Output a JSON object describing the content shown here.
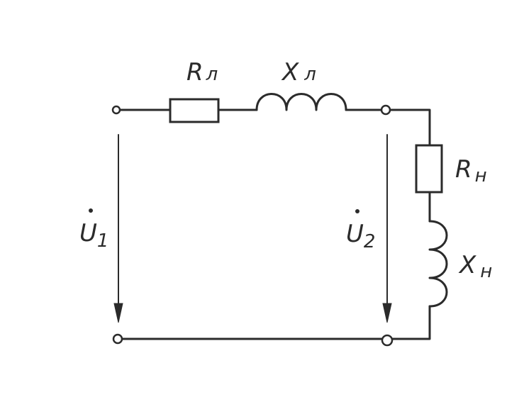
{
  "labels": {
    "line_resistance": {
      "symbol": "R",
      "subscript": "л"
    },
    "line_reactance": {
      "symbol": "X",
      "subscript": "л"
    },
    "load_resistance": {
      "symbol": "R",
      "subscript": "н"
    },
    "load_reactance": {
      "symbol": "X",
      "subscript": "н"
    },
    "input_voltage": {
      "symbol": "U",
      "subscript": "1"
    },
    "output_voltage": {
      "symbol": "U",
      "subscript": "2"
    }
  }
}
